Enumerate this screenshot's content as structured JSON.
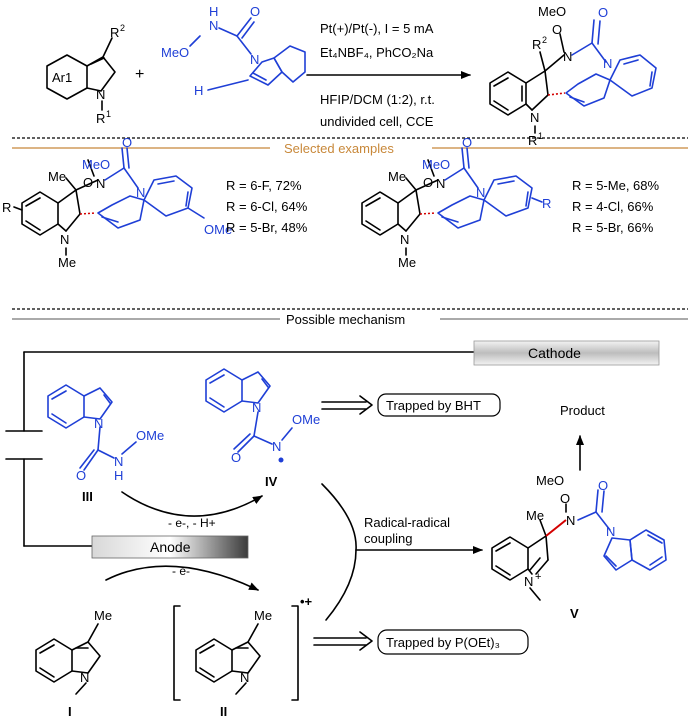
{
  "colors": {
    "black": "#000000",
    "blue": "#1f3fd6",
    "red": "#d40000",
    "section_orange": "#c8883a",
    "divider_gray": "#555555"
  },
  "reaction": {
    "reactant1": {
      "ring_label": "Ar1",
      "r2": "R",
      "r2_sup": "2",
      "n": "N",
      "r1": "R",
      "r1_sup": "1"
    },
    "plus": "+",
    "reactant2": {
      "nh": "N",
      "nh_h": "H",
      "meo": "MeO",
      "o": "O",
      "n": "N",
      "h": "H"
    },
    "conditions_above": [
      "Pt(+)/Pt(-), I = 5 mA",
      "Et₄NBF₄, PhCO₂Na"
    ],
    "conditions_below": [
      "HFIP/DCM (1:2), r.t.",
      "undivided cell, CCE"
    ],
    "product": {
      "meo": "MeO",
      "o": "O",
      "r2": "R",
      "r2_sup": "2",
      "n_amide": "N",
      "n_indole": "N",
      "n_indoline": "N",
      "r1": "R",
      "r1_sup": "1"
    }
  },
  "examples": {
    "header": "Selected examples",
    "left": {
      "meo": "MeO",
      "o": "O",
      "n": "N",
      "me": "Me",
      "r": "R",
      "n_indoline": "N",
      "n_me": "Me",
      "n_indole": "N",
      "ome": "OMe",
      "list": [
        "R = 6-F, 72%",
        "R = 6-Cl, 64%",
        "R = 5-Br, 48%"
      ]
    },
    "right": {
      "meo": "MeO",
      "o": "O",
      "n": "N",
      "me": "Me",
      "n_indoline": "N",
      "n_me": "Me",
      "n_indole": "N",
      "r": "R",
      "list": [
        "R = 5-Me, 68%",
        "R = 4-Cl, 66%",
        "R = 5-Br, 66%"
      ]
    }
  },
  "mechanism": {
    "header": "Possible mechanism",
    "cathode": "Cathode",
    "anode": "Anode",
    "III": {
      "n": "N",
      "o": "O",
      "nh": "N",
      "h": "H",
      "ome": "OMe",
      "label": "III"
    },
    "IV": {
      "n": "N",
      "o": "O",
      "n2": "N",
      "ome": "OMe",
      "label": "IV"
    },
    "I": {
      "me": "Me",
      "n": "N",
      "label": "I"
    },
    "II": {
      "me": "Me",
      "n": "N",
      "label": "II",
      "charge": "•+"
    },
    "V": {
      "meo": "MeO",
      "me": "Me",
      "o": "O",
      "n_amide": "N",
      "n_indole": "N",
      "n_plus": "N",
      "plus": "+",
      "label": "V"
    },
    "step1": "- e-, - H+",
    "step2": "- e-",
    "trapped_bht": "Trapped by BHT",
    "trapped_poet": "Trapped by P(OEt)₃",
    "coupling": [
      "Radical-radical",
      "coupling"
    ],
    "product": "Product"
  }
}
